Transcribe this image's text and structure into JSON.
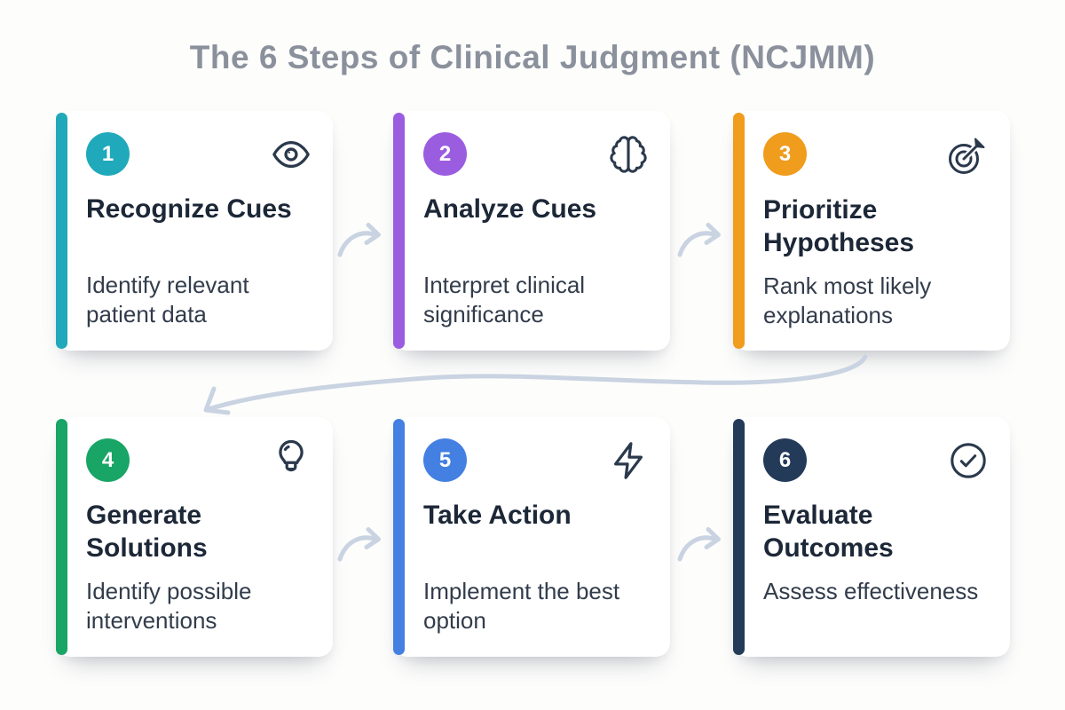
{
  "title": "The 6 Steps of Clinical Judgment (NCJMM)",
  "colors": {
    "background": "#fdfdfc",
    "card_background": "#ffffff",
    "title_text": "#8b919c",
    "card_title_text": "#1c2737",
    "card_description_text": "#323c4b",
    "icon_stroke": "#2b394c",
    "connector_arrow": "#c9d3e1",
    "badge_text": "#ffffff"
  },
  "cards": [
    {
      "number": "1",
      "title": "Recognize Cues",
      "description": "Identify relevant patient data",
      "accent": "#1fa9ba",
      "icon": "eye-icon"
    },
    {
      "number": "2",
      "title": "Analyze Cues",
      "description": "Interpret clinical significance",
      "accent": "#9b5de0",
      "icon": "brain-icon"
    },
    {
      "number": "3",
      "title": "Prioritize Hypotheses",
      "description": "Rank most likely explanations",
      "accent": "#f09c1d",
      "icon": "target-icon"
    },
    {
      "number": "4",
      "title": "Generate Solutions",
      "description": "Identify possible interventions",
      "accent": "#18a565",
      "icon": "lightbulb-icon"
    },
    {
      "number": "5",
      "title": "Take Action",
      "description": "Implement the best option",
      "accent": "#4380e2",
      "icon": "lightning-icon"
    },
    {
      "number": "6",
      "title": "Evaluate Outcomes",
      "description": "Assess effectiveness",
      "accent": "#233a59",
      "icon": "check-circle-icon"
    }
  ]
}
